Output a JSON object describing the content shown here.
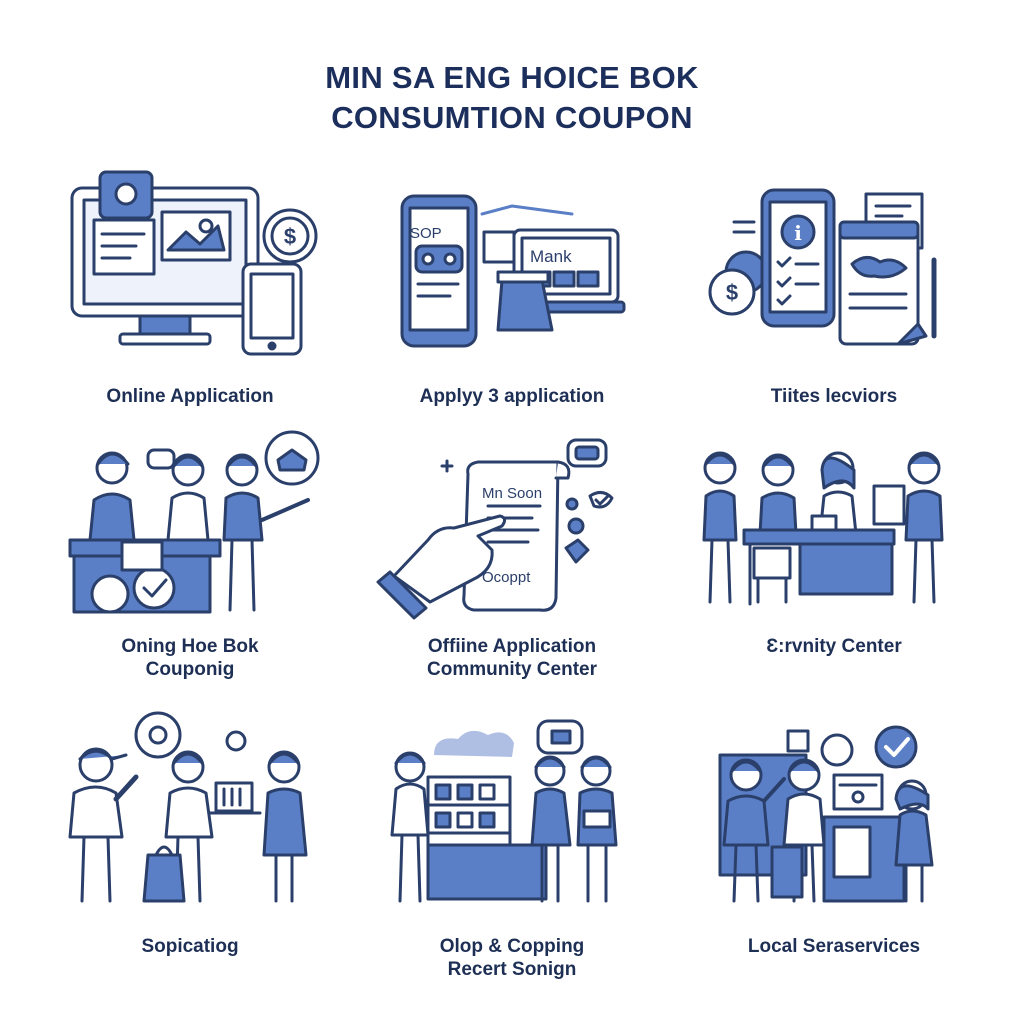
{
  "title": {
    "line1": "MIN SA ENG HOICE BOK",
    "line2": "CONSUMTION COUPON"
  },
  "colors": {
    "accent": "#5b7fc7",
    "ink": "#2b3f6b",
    "title": "#1c2f5c"
  },
  "cells": [
    {
      "icon": "computer-phone-dollar-icon",
      "caption": [
        "Online Application"
      ]
    },
    {
      "icon": "phone-laptop-icon",
      "caption": [
        "Applyy 3 application"
      ],
      "texts": [
        "SOP",
        "Mank"
      ]
    },
    {
      "icon": "info-phone-document-icon",
      "caption": [
        "Tiites lecviors"
      ]
    },
    {
      "icon": "people-counter-icon",
      "caption": [
        "Oning Hoe Bok",
        "Couponig"
      ]
    },
    {
      "icon": "hand-receipt-icon",
      "caption": [
        "Offiine Application",
        "Community Center"
      ],
      "texts": [
        "Mn Soon",
        "Ocoppt"
      ]
    },
    {
      "icon": "people-desk-icon",
      "caption": [
        "Ɛ:rvnity Center"
      ]
    },
    {
      "icon": "shoppers-icon",
      "caption": [
        "Sopicatiog"
      ]
    },
    {
      "icon": "shop-stall-icon",
      "caption": [
        "Olop & Copping",
        "Recert Sonign"
      ]
    },
    {
      "icon": "local-services-icon",
      "caption": [
        "Local Seraservices"
      ]
    }
  ]
}
